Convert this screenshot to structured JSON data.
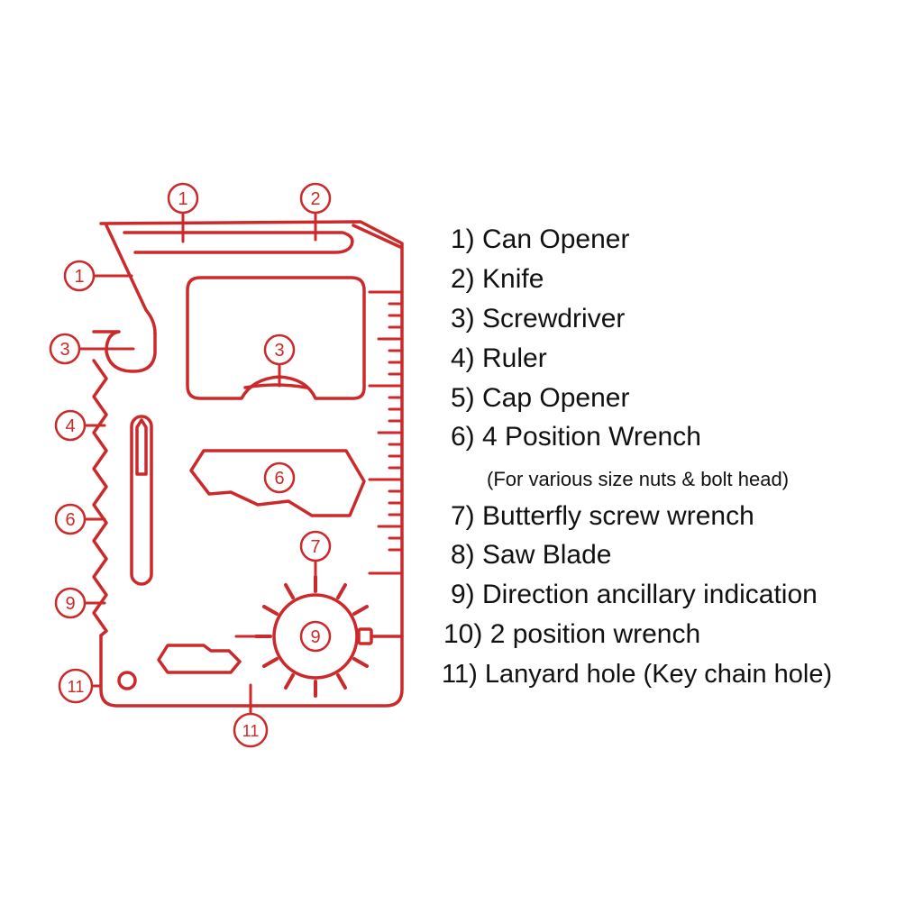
{
  "accent_color": "#cc2a2a",
  "text_color": "#111111",
  "callouts": {
    "c1a": "1",
    "c1b": "1",
    "c2": "2",
    "c3a": "3",
    "c3b": "3",
    "c4": "4",
    "c6a": "6",
    "c6b": "6",
    "c7": "7",
    "c9a": "9",
    "c9b": "9",
    "c11a": "11",
    "c11b": "11"
  },
  "legend": [
    "1) Can Opener",
    "2) Knife",
    "3) Screwdriver",
    "4) Ruler",
    "5) Cap Opener",
    "6) 4 Position Wrench",
    "(For various size nuts & bolt head)",
    "7) Butterfly screw wrench",
    "8) Saw Blade",
    "9) Direction ancillary indication",
    "10) 2 position wrench",
    "11) Lanyard hole (Key chain hole)"
  ]
}
